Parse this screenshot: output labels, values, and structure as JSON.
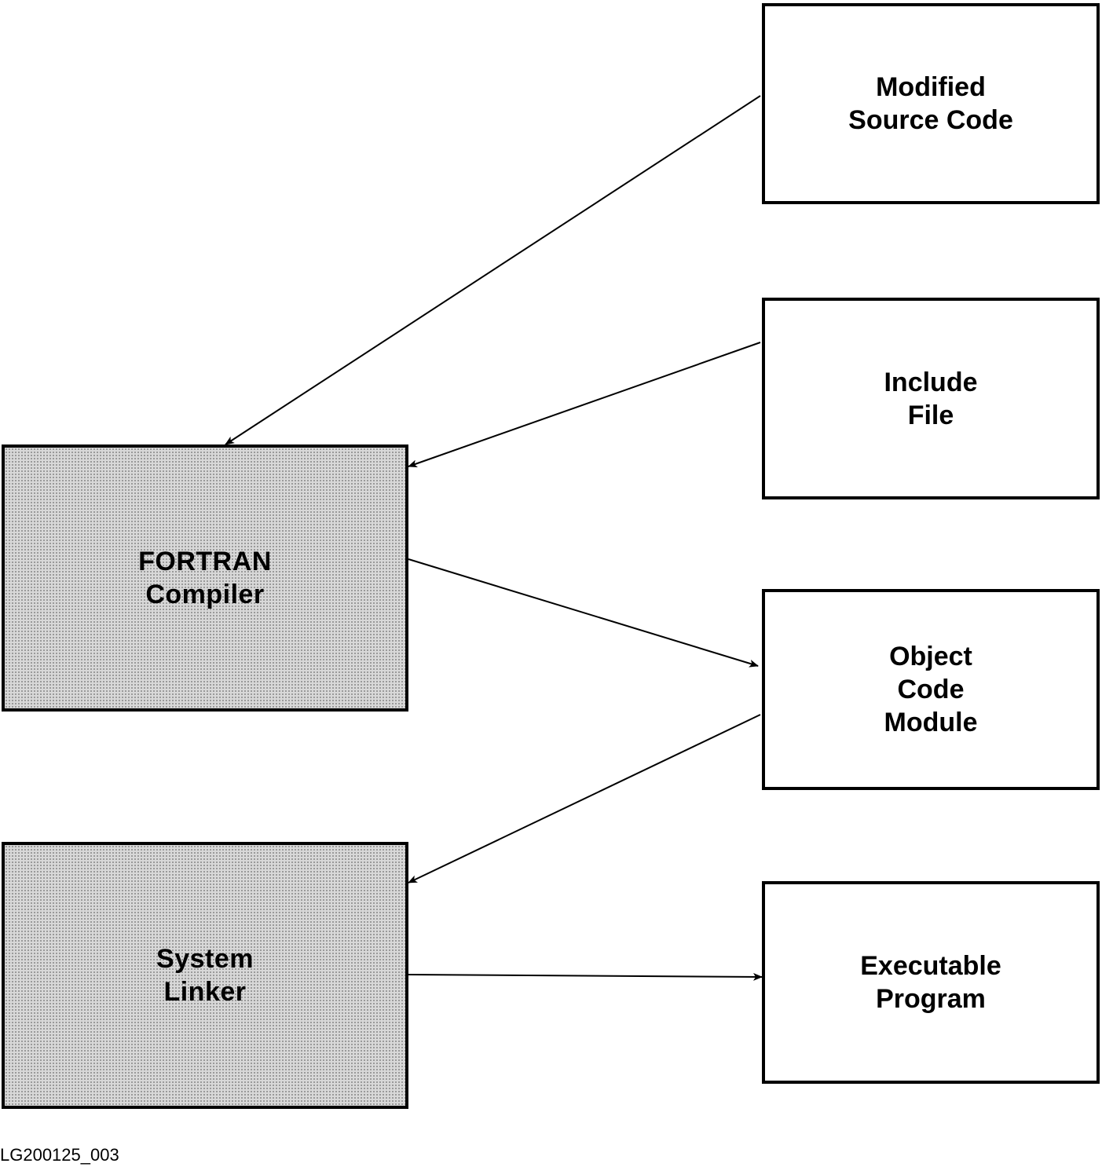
{
  "diagram": {
    "boxes": {
      "modified_source": {
        "line1": "Modified",
        "line2": "Source Code"
      },
      "include_file": {
        "line1": "Include",
        "line2": "File"
      },
      "object_code": {
        "line1": "Object",
        "line2": "Code",
        "line3": "Module"
      },
      "executable": {
        "line1": "Executable",
        "line2": "Program"
      },
      "fortran_compiler": {
        "line1": "FORTRAN",
        "line2": "Compiler"
      },
      "system_linker": {
        "line1": "System",
        "line2": "Linker"
      }
    },
    "connections": [
      {
        "from": "Modified Source Code",
        "to": "FORTRAN Compiler"
      },
      {
        "from": "Include File",
        "to": "FORTRAN Compiler"
      },
      {
        "from": "FORTRAN Compiler",
        "to": "Object Code Module"
      },
      {
        "from": "Object Code Module",
        "to": "System Linker"
      },
      {
        "from": "System Linker",
        "to": "Executable Program"
      }
    ]
  },
  "figure_id": "LG200125_003"
}
